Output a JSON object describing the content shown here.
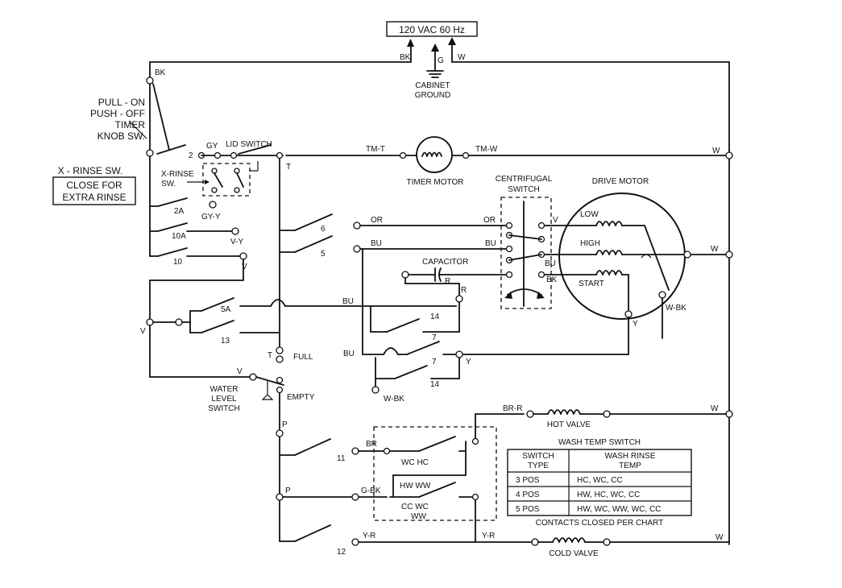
{
  "supply": {
    "label": "120 VAC 60 Hz",
    "bk": "BK",
    "g": "G",
    "w": "W",
    "ground": [
      "CABINET",
      "GROUND"
    ]
  },
  "timer_knob": [
    "PULL - ON",
    "PUSH - OFF",
    "TIMER",
    "KNOB SW."
  ],
  "xrinse_box": [
    "X - RINSE SW.",
    "CLOSE FOR",
    "EXTRA RINSE"
  ],
  "xrinse_switch": [
    "X-RINSE",
    "SW."
  ],
  "lid_switch": "LID SWITCH",
  "timer_motor": {
    "label": "TIMER MOTOR",
    "left": "TM-T",
    "right": "TM-W"
  },
  "centrifugal": [
    "CENTRIFUGAL",
    "SWITCH"
  ],
  "drive_motor": {
    "label": "DRIVE MOTOR",
    "low": "LOW",
    "high": "HIGH",
    "start": "START"
  },
  "capacitor": {
    "label": "CAPACITOR",
    "r": "R"
  },
  "water_level": [
    "WATER",
    "LEVEL",
    "SWITCH"
  ],
  "wires": {
    "bk": "BK",
    "gy": "GY",
    "gyy": "GY-Y",
    "vy": "V-Y",
    "v": "V",
    "t": "T",
    "or": "OR",
    "bu": "BU",
    "w": "W",
    "y": "Y",
    "wbk": "W-BK",
    "r": "R",
    "p": "P",
    "br": "BR",
    "brr": "BR-R",
    "gbk": "G-BK",
    "yr": "Y-R",
    "full": "FULL",
    "empty": "EMPTY"
  },
  "contacts": {
    "c2": "2",
    "c2a": "2A",
    "c10a": "10A",
    "c10": "10",
    "c6": "6",
    "c5": "5",
    "c5a": "5A",
    "c13": "13",
    "c14": "14",
    "c7": "7",
    "c11": "11",
    "c12": "12"
  },
  "valves": {
    "hot": "HOT VALVE",
    "cold": "COLD VALVE"
  },
  "temp_switch_labels": {
    "wchc": "WC HC",
    "hwww": "HW WW",
    "ccwc": "CC WC",
    "ww": "WW"
  },
  "wash_temp": {
    "title": "WASH TEMP SWITCH",
    "headers": [
      [
        "SWITCH",
        "TYPE"
      ],
      [
        "WASH RINSE",
        "TEMP"
      ]
    ],
    "rows": [
      [
        "3 POS",
        "HC, WC, CC"
      ],
      [
        "4 POS",
        "HW, HC, WC, CC"
      ],
      [
        "5 POS",
        "HW, WC, WW, WC, CC"
      ]
    ],
    "footer": "CONTACTS CLOSED PER CHART"
  }
}
